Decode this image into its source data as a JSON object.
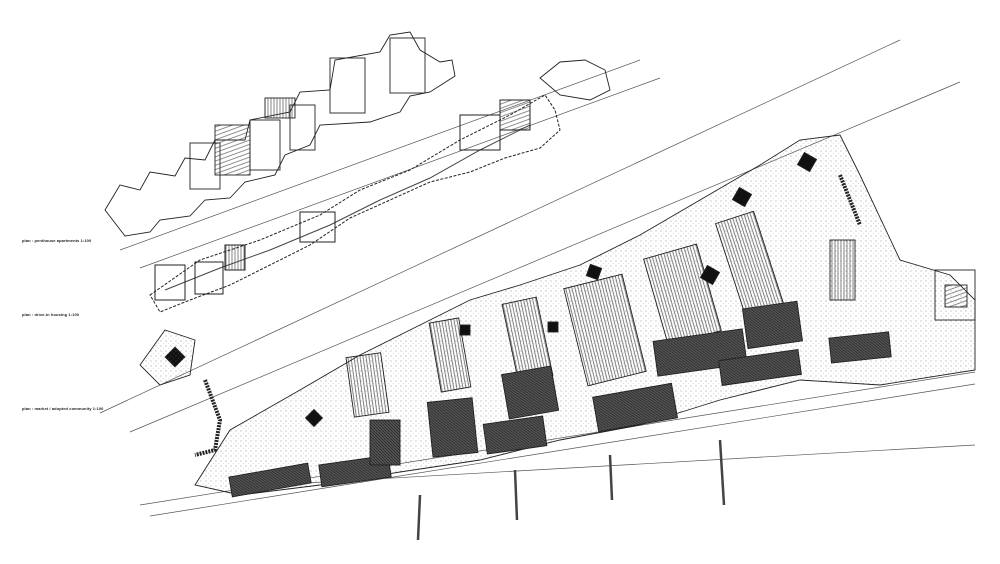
{
  "drawing": {
    "left_labels": [
      "plan : penthouse apartments 1:100",
      "plan : drive-in housing 1:100",
      "plan : market / adopted community 1:100"
    ]
  }
}
